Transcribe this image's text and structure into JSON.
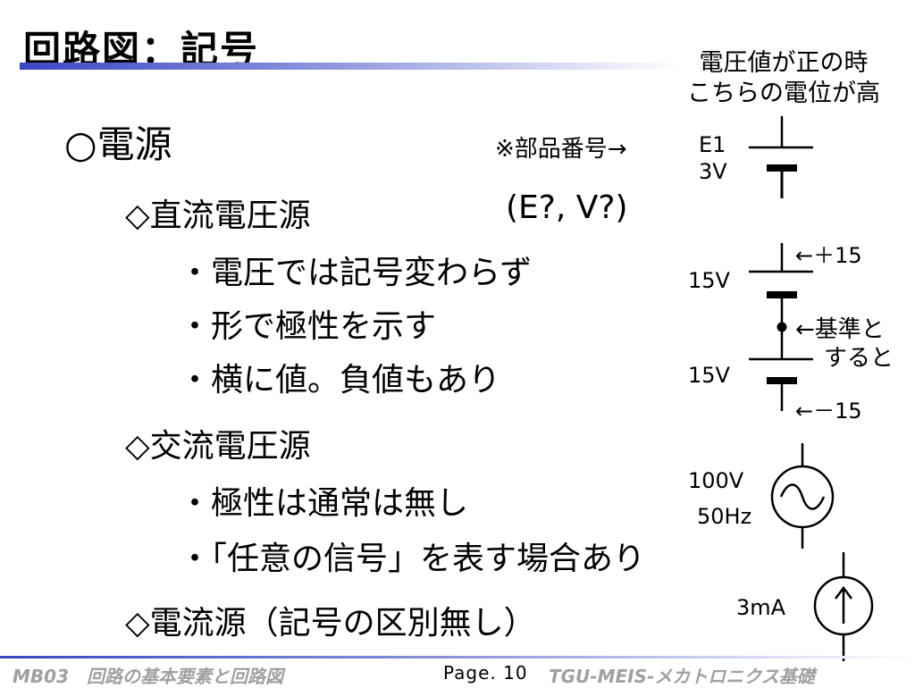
{
  "title": "回路図：記号",
  "section": "○電源",
  "items": {
    "dc": "◇直流電圧源",
    "dc_ref": "(E?,  V?)",
    "dc_point1": "・電圧では記号変わらず",
    "dc_point2": "・形で極性を示す",
    "dc_point3": "・横に値。負値もあり",
    "ac": "◇交流電圧源",
    "ac_point1": "・極性は通常は無し",
    "ac_point2": "・「任意の信号」を表す場合あり",
    "cs": "◇電流源（記号の区別無し）"
  },
  "annotations": {
    "polarity_line1": "電圧値が正の時",
    "polarity_line2": "こちらの電位が高",
    "part_number": "※部品番号→",
    "e1_name": "E1",
    "e1_value": "3V",
    "plus15": "←＋15",
    "v15_top": "15V",
    "reference_line1": "←基準と",
    "reference_line2": "すると",
    "v15_bottom": "15V",
    "minus15": "←－15",
    "ac_voltage": "100V",
    "ac_freq": "50Hz",
    "current": "3mA"
  },
  "footer": {
    "course": "MB03　回路の基本要素と回路図",
    "page": "Page. 10",
    "org": "TGU-MEIS-メカトロニクス基礎"
  },
  "colors": {
    "accent": "#3a46c4",
    "footer_text": "#a0a0a0"
  }
}
